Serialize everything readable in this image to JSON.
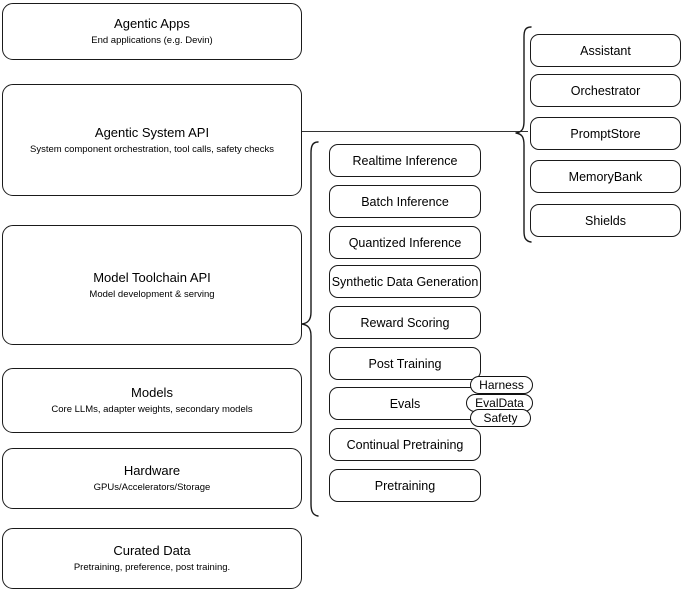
{
  "diagram": {
    "title": "AI stack layers diagram",
    "line_color": "#1a1a1a",
    "background": "#ffffff"
  },
  "layers": [
    {
      "id": "agentic-apps",
      "title": "Agentic Apps",
      "subtitle": "End applications (e.g. Devin)"
    },
    {
      "id": "agentic-system-api",
      "title": "Agentic System API",
      "subtitle": "System component orchestration, tool calls, safety checks"
    },
    {
      "id": "model-toolchain-api",
      "title": "Model Toolchain API",
      "subtitle": "Model development & serving"
    },
    {
      "id": "models",
      "title": "Models",
      "subtitle": "Core LLMs, adapter weights, secondary models"
    },
    {
      "id": "hardware",
      "title": "Hardware",
      "subtitle": "GPUs/Accelerators/Storage"
    },
    {
      "id": "curated-data",
      "title": "Curated Data",
      "subtitle": "Pretraining, preference, post training."
    }
  ],
  "toolchain_components": [
    {
      "id": "realtime-inference",
      "label": "Realtime Inference"
    },
    {
      "id": "batch-inference",
      "label": "Batch Inference"
    },
    {
      "id": "quantized-inference",
      "label": "Quantized Inference"
    },
    {
      "id": "synthetic-data-generation",
      "label": "Synthetic Data Generation"
    },
    {
      "id": "reward-scoring",
      "label": "Reward Scoring"
    },
    {
      "id": "post-training",
      "label": "Post Training"
    },
    {
      "id": "evals",
      "label": "Evals"
    },
    {
      "id": "continual-pretraining",
      "label": "Continual Pretraining"
    },
    {
      "id": "pretraining",
      "label": "Pretraining"
    }
  ],
  "evals_subcomponents": [
    {
      "id": "harness",
      "label": "Harness"
    },
    {
      "id": "evaldata",
      "label": "EvalData"
    },
    {
      "id": "safety",
      "label": "Safety"
    }
  ],
  "agentic_system_components": [
    {
      "id": "assistant",
      "label": "Assistant"
    },
    {
      "id": "orchestrator",
      "label": "Orchestrator"
    },
    {
      "id": "promptstore",
      "label": "PromptStore"
    },
    {
      "id": "memorybank",
      "label": "MemoryBank"
    },
    {
      "id": "shields",
      "label": "Shields"
    }
  ]
}
